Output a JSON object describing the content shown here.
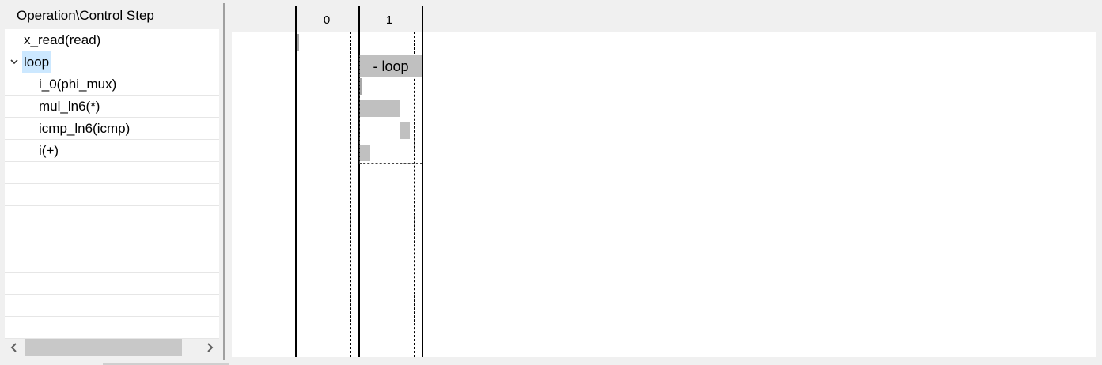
{
  "tree": {
    "header": "Operation\\Control Step",
    "rows": [
      {
        "label": "x_read(read)"
      },
      {
        "label": "loop",
        "expander": "chevron-down"
      },
      {
        "label": "i_0(phi_mux)"
      },
      {
        "label": "mul_ln6(*)"
      },
      {
        "label": "icmp_ln6(icmp)"
      },
      {
        "label": "i(+)"
      }
    ],
    "scroll_left": "<",
    "scroll_right": ">"
  },
  "chart": {
    "steps": [
      "0",
      "1"
    ],
    "loop_label": "- loop"
  }
}
